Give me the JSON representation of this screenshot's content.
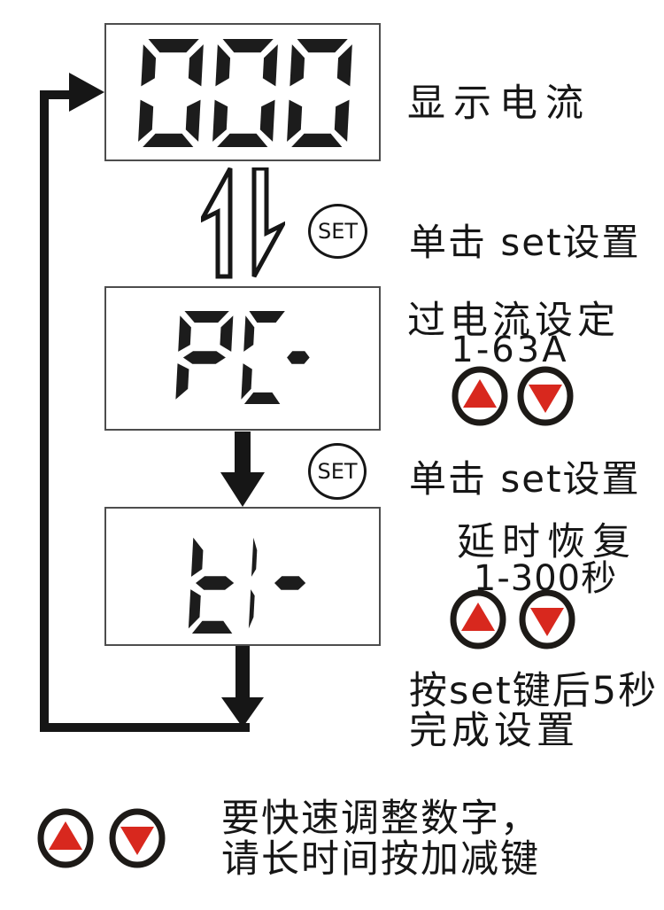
{
  "palette": {
    "ink": "#1c1c1c",
    "box_border": "#4d4d4d",
    "red": "#d8281e",
    "background": "#ffffff"
  },
  "displays": {
    "current": "000",
    "overcurrent": "PC-",
    "delay": "tt-"
  },
  "steps": {
    "step1_label": "显示电流",
    "set_hint_1": "单击 set设置",
    "step2_title": "过电流设定",
    "step2_range": "1-63A",
    "set_hint_2": "单击 set设置",
    "step3_title": "延时恢复",
    "step3_range": "1-300秒",
    "finish_line1": "按set键后5秒",
    "finish_line2": "完成设置"
  },
  "tip": {
    "line1": "要快速调整数字，",
    "line2": "请长时间按加减键"
  },
  "buttons": {
    "set_label": "SET",
    "up_icon": "red-up-triangle",
    "down_icon": "red-down-triangle"
  }
}
